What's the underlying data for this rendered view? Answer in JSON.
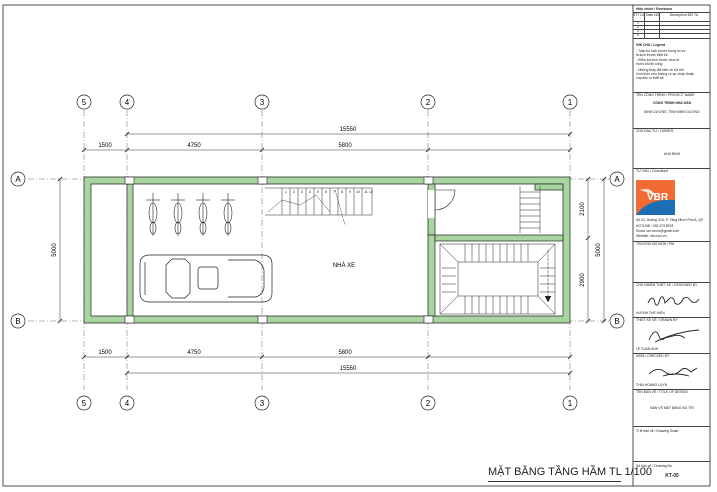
{
  "drawing": {
    "title": "MẶT BẰNG TẦNG HẦM TL 1/100",
    "room_label": "NHÀ XE",
    "grid_columns": [
      "5",
      "4",
      "3",
      "2",
      "1"
    ],
    "grid_rows": [
      "A",
      "B"
    ],
    "dims_top": [
      "1500",
      "4750",
      "5800",
      "15550"
    ],
    "dims_bottom": [
      "1500",
      "4750",
      "5800",
      "15550"
    ],
    "dims_left": [
      "5000"
    ],
    "dims_right": [
      "2100",
      "2900",
      "5000"
    ],
    "stair_steps_top": [
      "1",
      "2",
      "3",
      "4",
      "5",
      "6",
      "7",
      "8",
      "9",
      "10",
      "11",
      "12"
    ]
  },
  "title_block": {
    "revisions_header": "Hiệu chỉnh / Revisions",
    "rev_cols": [
      "STT LẦN",
      "Date NGÀY",
      "Description MÔ TẢ"
    ],
    "rev_rows": [
      "1",
      "2",
      "3",
      "4"
    ],
    "legend_title": "GHI CHÚ / Legend",
    "legend_lines": [
      "- Toàn bộ kích thước trong hồ sơ",
      "là kích thước thiết kế",
      "- Kiểm tra kích thước thực tế",
      "trước khi thi công",
      "- Những thay đổi kiến về chi tiết",
      "hình thức nếu không có sự chấp thuận",
      "của đơn vị thiết kế"
    ],
    "project_caption": "TÊN CÔNG TRÌNH / PROJECT NAME",
    "project_name": "CÔNG TRÌNH NHÀ DÂN",
    "project_location": "BÌNH DƯƠNG, TỈNH BÌNH DƯƠNG",
    "owner_caption": "CHỦ ĐẦU TƯ / OWNER",
    "owner_name": "ANH BÌNH",
    "consultant_caption": "TƯ VẤN / Consultant",
    "company_logo_text": "VBR",
    "company_address": [
      "Số 22, đường 37A, P. Tăng Nhơn Phú A, Q9",
      "HOTLINE: 039 373 8978",
      "Email: vbr.xxxxx@gmail.com",
      "Website: vbr.com.vn"
    ],
    "project_manager_caption": "TRƯỞNG BỘ MÔN / PM",
    "designer_caption": "CHỦ NHIỆM THIẾT KẾ / DESIGNED BY",
    "designer_name": "HUỲNH THẾ HIỂN",
    "drawn_caption": "THIẾT KẾ VẼ / DRAWN BY",
    "drawn_name": "LÊ TUẤN ANH",
    "checker_caption": "KIỂM / CHECKED BY",
    "checker_name": "THÁI HOÀNG LUYN",
    "drawing_name_caption": "TÊN BẢN VẼ / TITLE OF DESIGN",
    "drawing_name": "BẢN VẼ MẶT BẰNG BỐ TRÍ",
    "scale_caption": "Tỉ lệ bản vẽ / Drawing Scale",
    "sheet_caption": "Số bản vẽ / Drawing No.",
    "sheet_code": "KT-05"
  },
  "colors": {
    "wall_fill": "#a8d5a0",
    "line": "#222222",
    "grid_line": "#555555",
    "logo_orange": "#f26b33",
    "logo_blue": "#1c6fb5"
  }
}
